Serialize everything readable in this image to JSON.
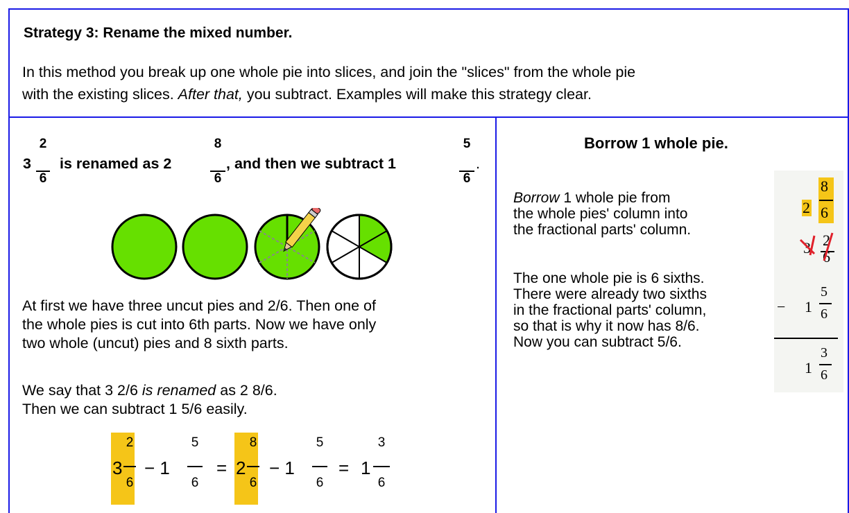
{
  "header": {
    "title": "Strategy 3: Rename the mixed number.",
    "intro_line1": "In this method you break up one whole pie into slices, and join the \"slices\" from the whole pie",
    "intro_line2_a": "with the existing slices. ",
    "intro_line2_italic": "After that,",
    "intro_line2_b": " you subtract. Examples will make this strategy clear."
  },
  "left": {
    "rename": {
      "whole1": "3",
      "num1": "2",
      "den1": "6",
      "text1": "is renamed as 2",
      "num2": "8",
      "den2": "6",
      "text2": ", and then we subtract 1",
      "num3": "5",
      "den3": "6",
      "end": "."
    },
    "pies": [
      {
        "kind": "whole",
        "fill": "#66e000"
      },
      {
        "kind": "whole",
        "fill": "#66e000"
      },
      {
        "kind": "cutting",
        "fill": "#66e000"
      },
      {
        "kind": "sixths",
        "fill": "#66e000",
        "shaded_slices": 2
      }
    ],
    "para1_line1": "At first we have three uncut pies and 2/6. Then one of",
    "para1_line2": "the whole pies is cut into 6th parts. Now we have only",
    "para1_line3": "two whole (uncut) pies and 8 sixth parts.",
    "para2_line1_a": "We say that 3 2/6 ",
    "para2_line1_italic": "is renamed",
    "para2_line1_b": " as 2 8/6.",
    "para2_line2": "Then we can subtract 1 5/6 easily.",
    "equation": {
      "a_whole": "3",
      "a_num": "2",
      "a_den": "6",
      "minus1": "− 1",
      "b_num": "5",
      "b_den": "6",
      "eq1": "=",
      "c_whole": "2",
      "c_num": "8",
      "c_den": "6",
      "minus2": "− 1",
      "d_num": "5",
      "d_den": "6",
      "eq2": "=",
      "e_whole": "1",
      "e_num": "3",
      "e_den": "6"
    },
    "highlight_color": "#f5c518"
  },
  "right": {
    "title": "Borrow 1 whole pie.",
    "p1_italic": "Borrow",
    "p1_rest": " 1 whole pie from",
    "p1_line2": "the whole pies' column into",
    "p1_line3": "the fractional parts' column.",
    "p2_line1": "The one whole pie is 6 sixths.",
    "p2_line2": "There were already two sixths",
    "p2_line3": "in the fractional parts' column,",
    "p2_line4": "so that is why it now has 8/6.",
    "p2_line5": "Now you can subtract 5/6.",
    "column": {
      "new_whole": "2",
      "new_num": "8",
      "new_den": "6",
      "old_whole": "3",
      "old_num": "2",
      "old_den": "6",
      "minus": "−",
      "sub_whole": "1",
      "sub_num": "5",
      "sub_den": "6",
      "res_whole": "1",
      "res_num": "3",
      "res_den": "6"
    },
    "strike_color": "#e0202a"
  },
  "colors": {
    "border": "#1a1ae6",
    "pie_green": "#66e000"
  }
}
